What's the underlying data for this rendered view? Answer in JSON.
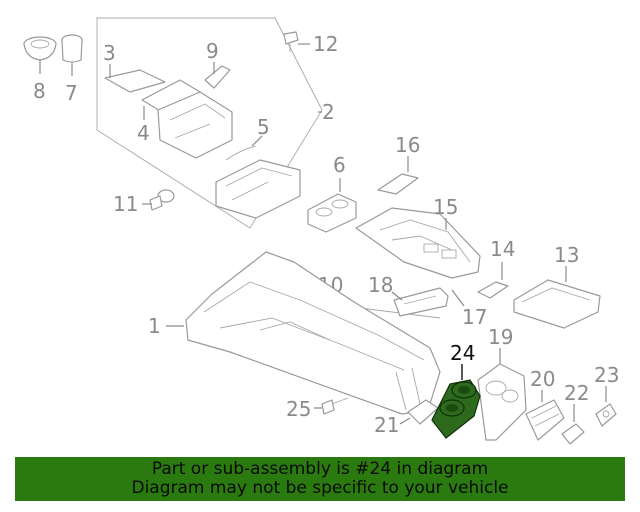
{
  "diagram": {
    "callouts": [
      "1",
      "2",
      "3",
      "4",
      "5",
      "6",
      "7",
      "8",
      "9",
      "10",
      "11",
      "12",
      "13",
      "14",
      "15",
      "16",
      "17",
      "18",
      "19",
      "20",
      "21",
      "22",
      "23",
      "24",
      "25"
    ],
    "highlighted_part": "24",
    "highlight_color": "#2e6a1e"
  },
  "banner": {
    "line1": "Part or sub-assembly is #24 in diagram",
    "line2": "Diagram may not be specific to your vehicle",
    "background": "#2b7a10"
  }
}
